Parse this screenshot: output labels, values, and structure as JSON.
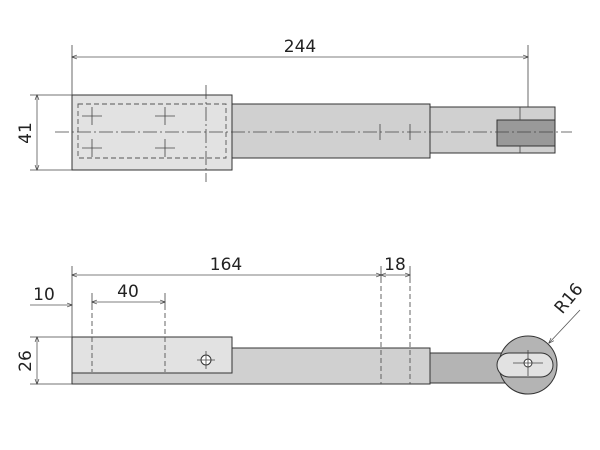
{
  "dimensions": {
    "top_overall_length": "244",
    "top_height": "41",
    "side_length": "164",
    "side_segment": "18",
    "side_offset": "10",
    "side_spacing": "40",
    "side_height": "26",
    "wheel_radius": "R16"
  },
  "colors": {
    "sleeve": "#e2e2e2",
    "bar": "#d0d0d0",
    "arm": "#b4b4b4",
    "tip": "#999999"
  }
}
